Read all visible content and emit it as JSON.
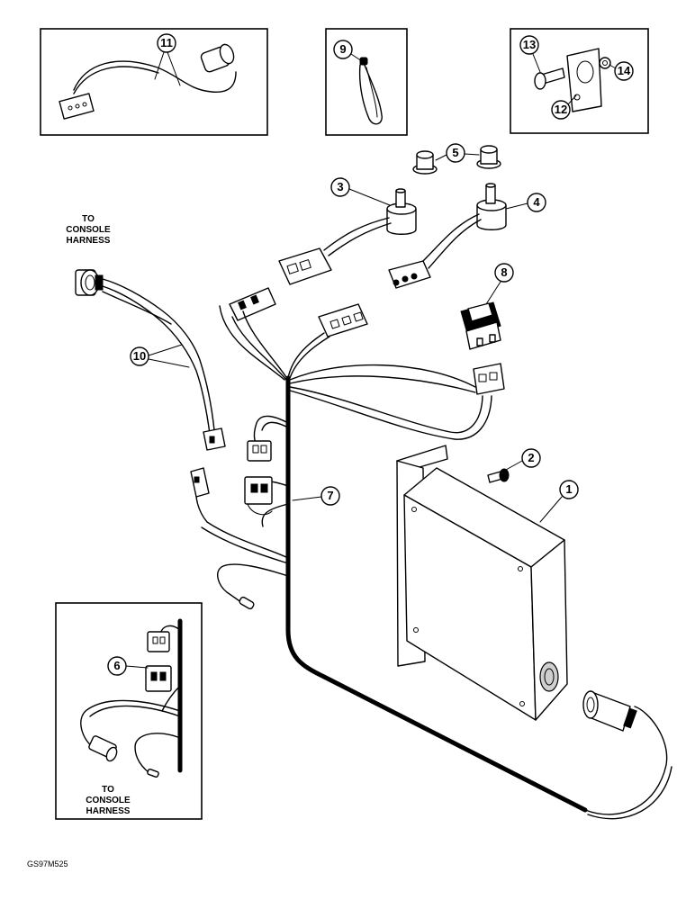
{
  "callouts": {
    "c1": "1",
    "c2": "2",
    "c3": "3",
    "c4": "4",
    "c5": "5",
    "c6": "6",
    "c7": "7",
    "c8": "8",
    "c9": "9",
    "c10": "10",
    "c11": "11",
    "c12": "12",
    "c13": "13",
    "c14": "14"
  },
  "labels": {
    "console_top": [
      "TO",
      "CONSOLE",
      "HARNESS"
    ],
    "console_bottom": [
      "TO",
      "CONSOLE",
      "HARNESS"
    ]
  },
  "figure_code": "GS97M525"
}
